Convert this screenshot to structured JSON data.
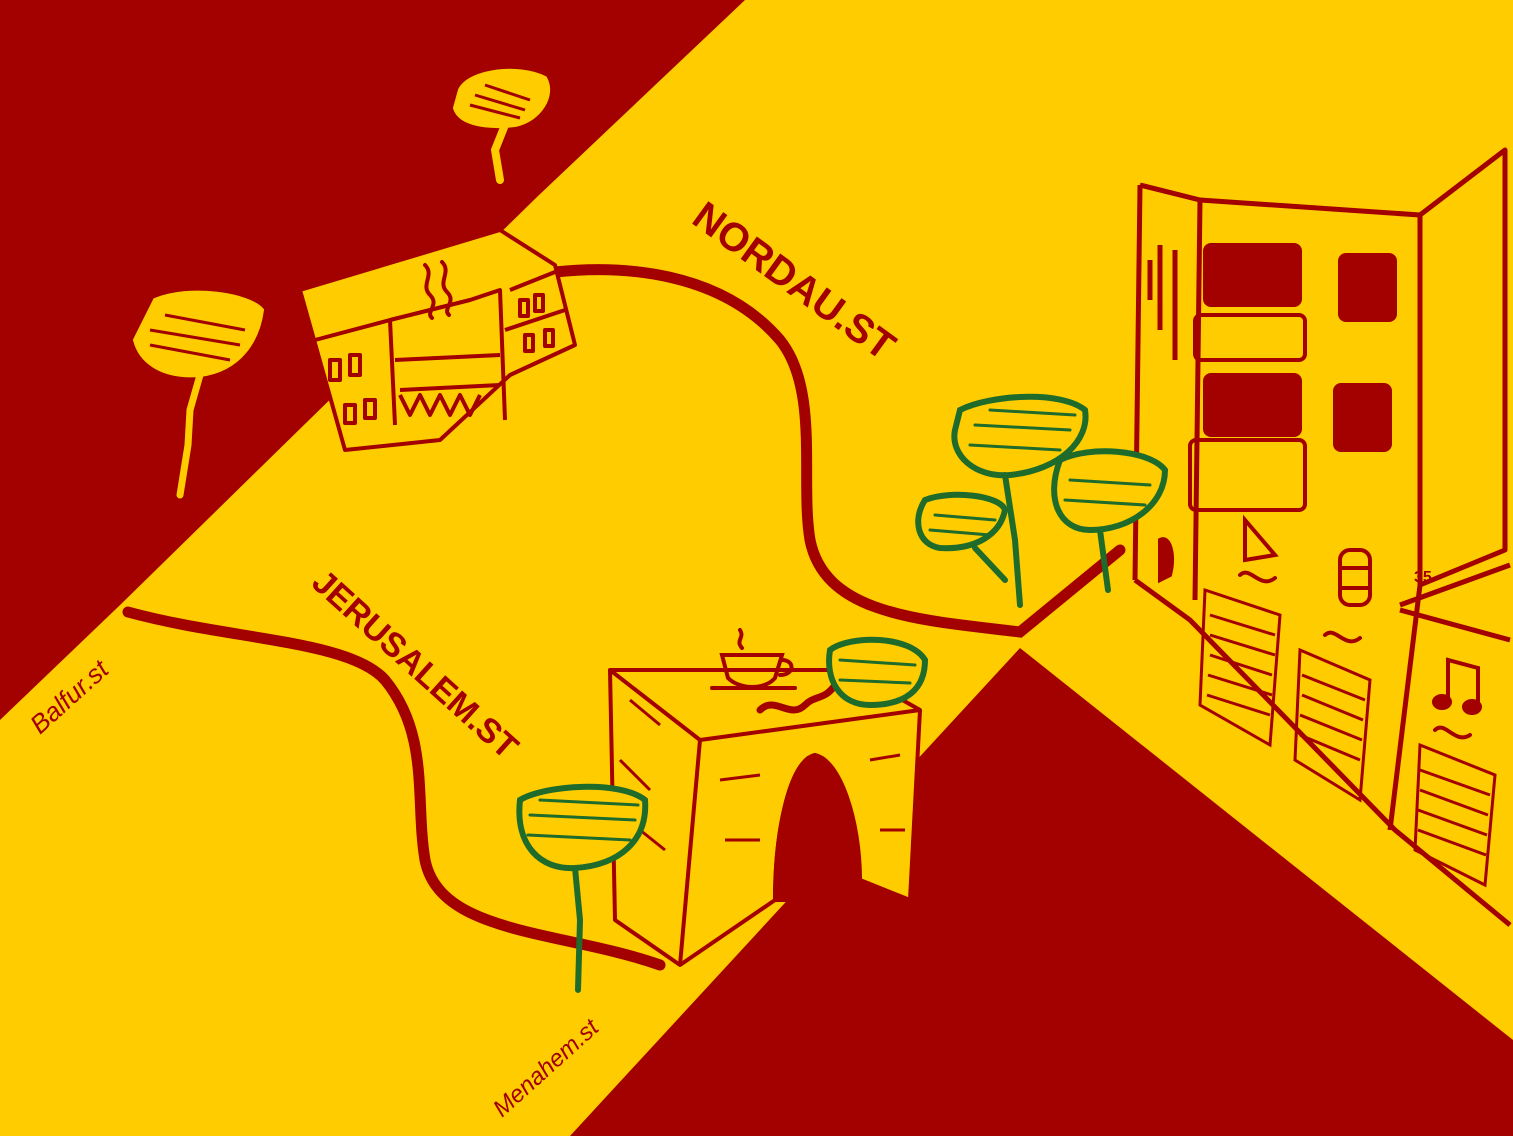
{
  "colors": {
    "background": "#ffcc00",
    "dark_red": "#a30000",
    "tree_green": "#1f6b2b",
    "ink": "#a30000"
  },
  "streets": {
    "nordau": "NORDAU.ST",
    "jerusalem": "JERUSALEM.ST",
    "balfur": "Balfur.st",
    "menahem": "Menahem.st"
  },
  "building_number": "35",
  "icons": [
    "coffee-cup-icon",
    "music-note-icon",
    "barrel-icon",
    "sail-icon",
    "steam-icon"
  ]
}
